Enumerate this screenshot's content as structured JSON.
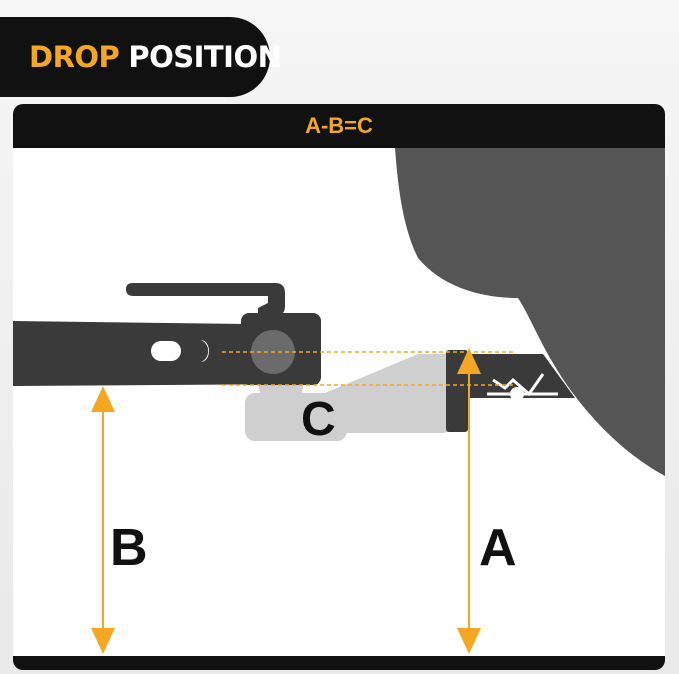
{
  "title": {
    "word1": "DROP",
    "word2": "POSITION"
  },
  "panel": {
    "formula": "A-B=C"
  },
  "labels": {
    "a": "A",
    "b": "B",
    "c": "C"
  },
  "colors": {
    "accent": "#f5a623",
    "dark": "#111111",
    "bar": "#3a3a3a",
    "ghost": "#cfcfcf",
    "vehicle": "#555555"
  }
}
